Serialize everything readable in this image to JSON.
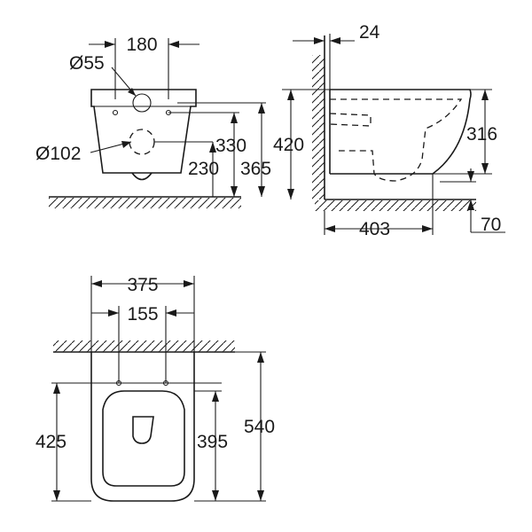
{
  "dimensions": {
    "front": {
      "width_180": "180",
      "dia_55": "Ø55",
      "dia_102": "Ø102",
      "h_330": "330",
      "h_230": "230",
      "h_365": "365"
    },
    "side": {
      "d_24": "24",
      "h_420": "420",
      "h_316": "316",
      "d_403": "403",
      "d_70": "70"
    },
    "top": {
      "w_375": "375",
      "w_155": "155",
      "l_425": "425",
      "l_395": "395",
      "l_540": "540"
    }
  }
}
